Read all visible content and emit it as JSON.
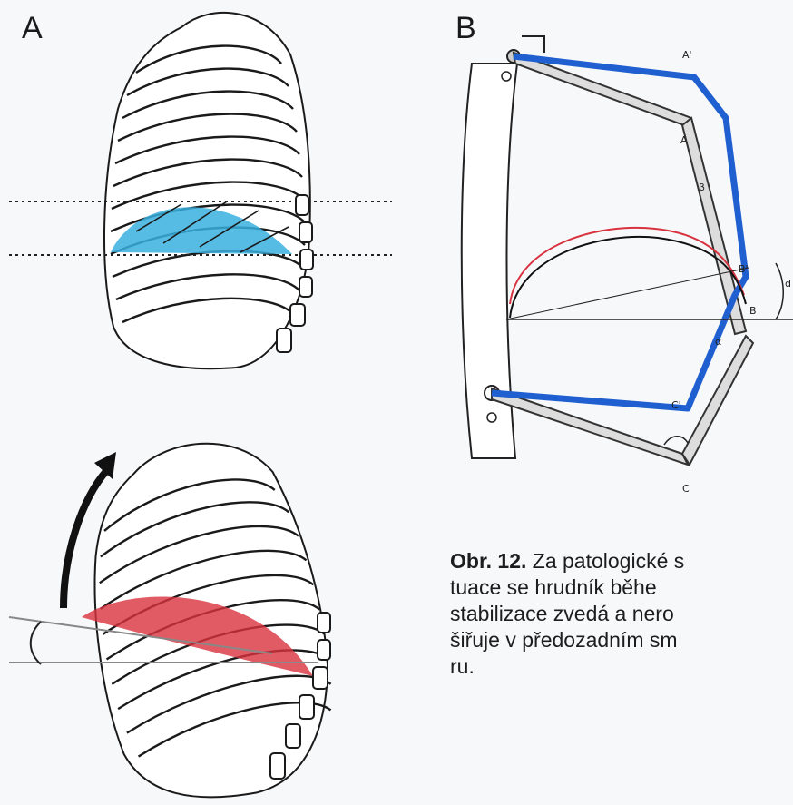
{
  "labels": {
    "panel_a": "A",
    "panel_b": "B"
  },
  "figure_b_points": [
    "A'",
    "A",
    "B'",
    "B",
    "C'",
    "C",
    "d",
    "β",
    "α"
  ],
  "caption": {
    "label": "Obr. 12.",
    "lines": [
      " Za patologické s",
      "tuace se hrudník běhe",
      "stabilizace zvedá a nero",
      "šiřuje v předozadním sm",
      "ru."
    ]
  },
  "colors": {
    "blue_region": "#39b0de",
    "red_region": "#d9323f",
    "blue_line": "#1f5fd0",
    "bone": "#ffffff",
    "outline": "#1a1a1a"
  }
}
